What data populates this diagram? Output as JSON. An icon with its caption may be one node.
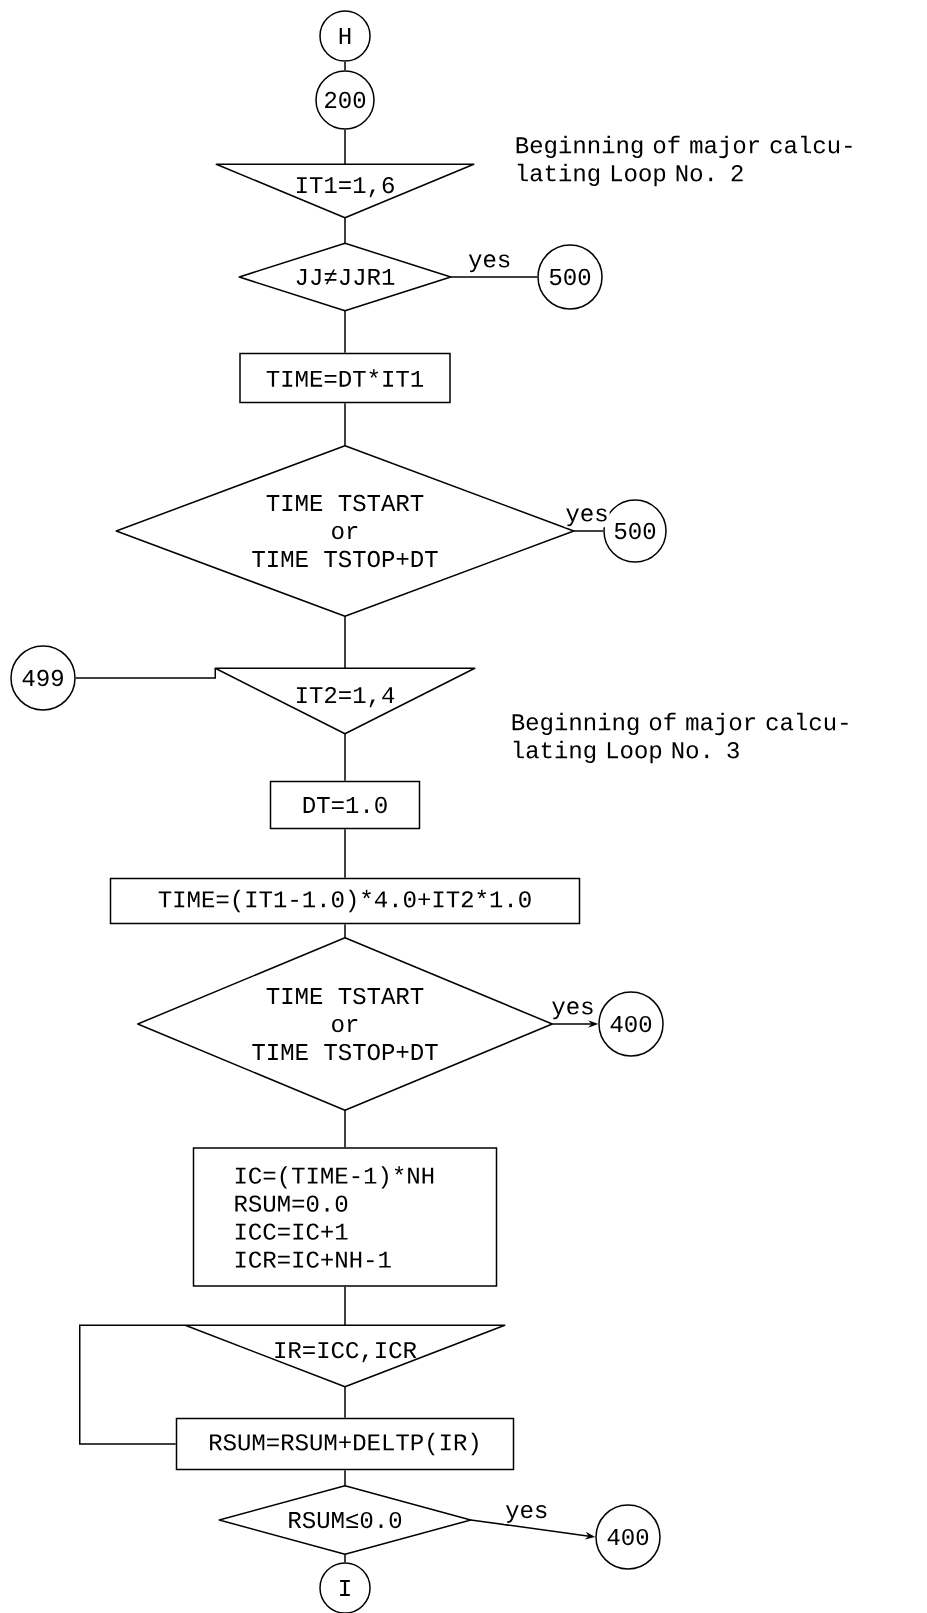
{
  "diagram": {
    "nodes": [
      {
        "text": [
          "H"
        ]
      },
      {
        "text": [
          "200"
        ]
      },
      {
        "text": [
          "IT1=1,6"
        ]
      },
      {
        "text": [
          "JJ≠JJR1"
        ]
      },
      {
        "text": [
          "500"
        ]
      },
      {
        "text": [
          "TIME=DT*IT1"
        ]
      },
      {
        "text": [
          "TIME TSTART",
          "or",
          "TIME TSTOP+DT"
        ]
      },
      {
        "text": [
          "500"
        ]
      },
      {
        "text": [
          "499"
        ]
      },
      {
        "text": [
          "IT2=1,4"
        ]
      },
      {
        "text": [
          "DT=1.0"
        ]
      },
      {
        "text": [
          "TIME=(IT1-1.0)*4.0+IT2*1.0"
        ]
      },
      {
        "text": [
          "TIME TSTART",
          "or",
          "TIME TSTOP+DT"
        ]
      },
      {
        "text": [
          "400"
        ]
      },
      {
        "text": [
          "IC=(TIME-1)*NH",
          "RSUM=0.0",
          "ICC=IC+1",
          "ICR=IC+NH-1"
        ]
      },
      {
        "text": [
          "IR=ICC,ICR"
        ]
      },
      {
        "text": [
          "RSUM=RSUM+DELTP(IR)"
        ]
      },
      {
        "text": [
          "RSUM≤0.0"
        ]
      },
      {
        "text": [
          "400"
        ]
      },
      {
        "text": [
          "I"
        ]
      }
    ],
    "edges": [
      {
        "from": 0,
        "to": 1,
        "arrow": "none"
      },
      {
        "from": 1,
        "to": 2,
        "arrow": "none"
      },
      {
        "from": 2,
        "to": 3,
        "arrow": "none"
      },
      {
        "from": 3,
        "to": 4,
        "arrow": "none",
        "label": "yes"
      },
      {
        "from": 3,
        "to": 5,
        "arrow": "none"
      },
      {
        "from": 5,
        "to": 6,
        "arrow": "none"
      },
      {
        "from": 6,
        "to": 7,
        "arrow": "none",
        "label": "yes"
      },
      {
        "from": 6,
        "to": 9,
        "arrow": "none"
      },
      {
        "from": 8,
        "to": 9,
        "arrow": "none"
      },
      {
        "from": 9,
        "to": 10,
        "arrow": "none"
      },
      {
        "from": 10,
        "to": 11,
        "arrow": "none"
      },
      {
        "from": 11,
        "to": 12,
        "arrow": "none"
      },
      {
        "from": 12,
        "to": 13,
        "arrow": "to",
        "label": "yes"
      },
      {
        "from": 12,
        "to": 14,
        "arrow": "none"
      },
      {
        "from": 14,
        "to": 15,
        "arrow": "none"
      },
      {
        "from": 15,
        "to": 16,
        "arrow": "none"
      },
      {
        "from": 16,
        "to": 15,
        "arrow": "none"
      },
      {
        "from": 16,
        "to": 17,
        "arrow": "none"
      },
      {
        "from": 17,
        "to": 18,
        "arrow": "to",
        "label": "yes"
      },
      {
        "from": 17,
        "to": 19,
        "arrow": "none"
      }
    ],
    "labels": [
      "Beginning of major calcu-lating Loop No. 2",
      "Beginning of major calcu-lating Loop No. 3"
    ]
  }
}
